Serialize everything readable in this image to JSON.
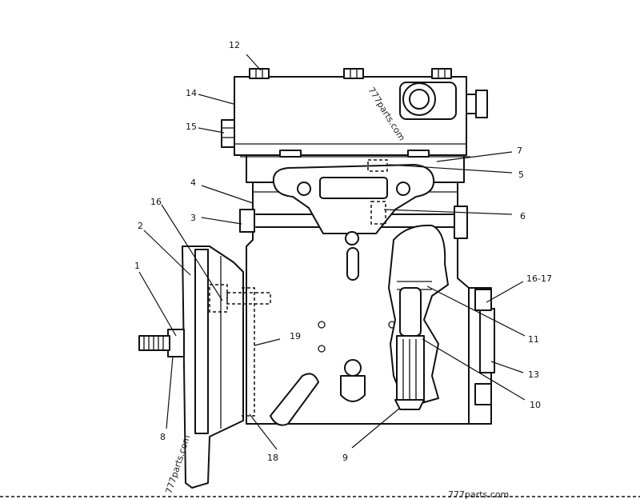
{
  "diagram": {
    "callouts": {
      "c1": "1",
      "c2": "2",
      "c3": "3",
      "c4": "4",
      "c5": "5",
      "c6": "6",
      "c7": "7",
      "c8": "8",
      "c9": "9",
      "c10": "10",
      "c11": "11",
      "c12": "12",
      "c13": "13",
      "c14": "14",
      "c15": "15",
      "c16": "16",
      "c1617": "16-17",
      "c18": "18",
      "c19": "19"
    },
    "watermarks": {
      "top": "777parts.com",
      "left": "777parts.com",
      "bottom": "777parts.com"
    }
  }
}
